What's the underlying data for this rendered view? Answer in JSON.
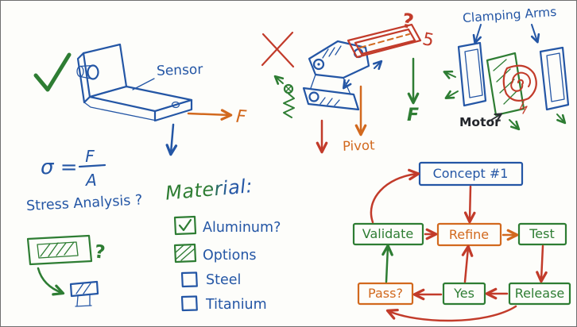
{
  "colors": {
    "blue": "#2456a5",
    "green": "#2e7d33",
    "red": "#c23b2a",
    "orange": "#d2691e",
    "dark": "#23262b",
    "background": "#fdfdfa"
  },
  "annotations": {
    "sensor_label": "Sensor",
    "force_left": "F",
    "question_red": "?",
    "five_red": "5",
    "pivot_label": "Pivot",
    "force_mid": "F",
    "clamping_arms": "Clamping Arms",
    "motor_label": "Motor"
  },
  "formula": {
    "sigma": "σ =",
    "numerator": "F",
    "denominator": "A",
    "stress_q": "Stress Analysis ?"
  },
  "materials": {
    "heading": "Material:",
    "items": [
      {
        "label": "Aluminum?",
        "box": "checked-green"
      },
      {
        "label": "Options",
        "box": "hatched-green"
      },
      {
        "label": "Steel",
        "box": "empty-blue"
      },
      {
        "label": "Titanium",
        "box": "empty-blue"
      }
    ]
  },
  "beam_sketch": {
    "question": "?"
  },
  "flowchart": {
    "nodes": [
      {
        "label": "Concept #1",
        "color": "blue"
      },
      {
        "label": "Validate",
        "color": "green"
      },
      {
        "label": "Refine",
        "color": "orange"
      },
      {
        "label": "Test",
        "color": "green"
      },
      {
        "label": "Pass?",
        "color": "orange"
      },
      {
        "label": "Yes",
        "color": "green"
      },
      {
        "label": "Release",
        "color": "green"
      }
    ]
  }
}
